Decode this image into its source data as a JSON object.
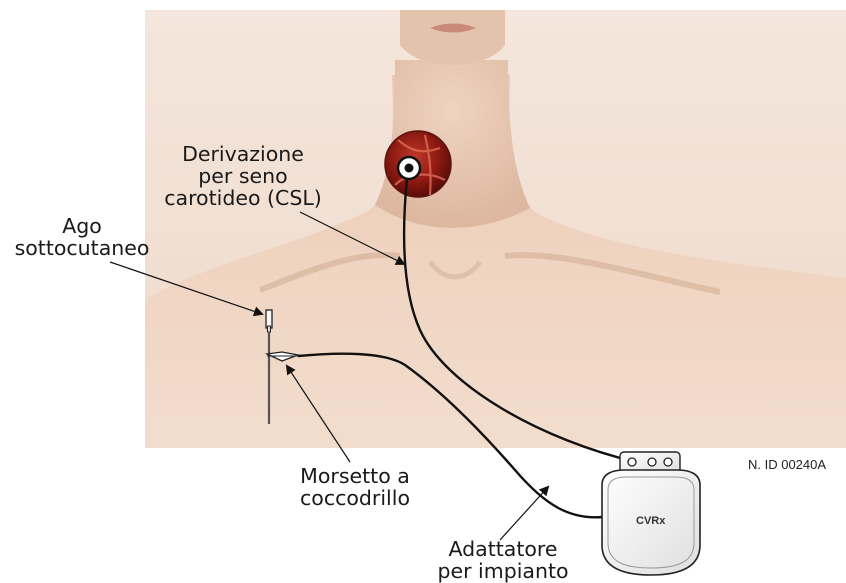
{
  "labels": {
    "csl": [
      "Derivazione",
      "per seno",
      "carotideo (CSL)"
    ],
    "needle": [
      "Ago",
      "sottocutaneo"
    ],
    "clip": [
      "Morsetto a",
      "coccodrillo"
    ],
    "adapter": [
      "Adattatore",
      "per impianto"
    ]
  },
  "figure_id": "N. ID 00240A",
  "device_brand": "CVRx",
  "colors": {
    "skin": "#ecd2c0",
    "skin_shadow": "#d8b49c",
    "lead": "#111111",
    "artery": "#8e1a12"
  }
}
